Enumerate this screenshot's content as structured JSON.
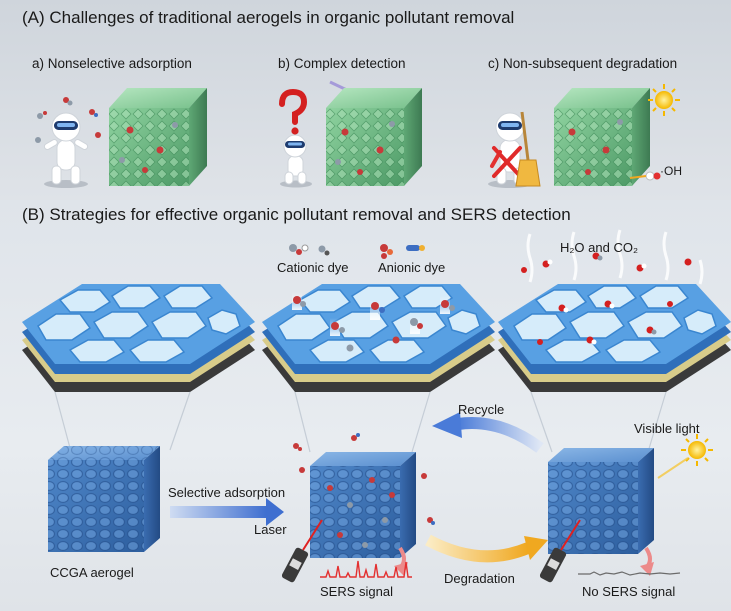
{
  "panel_a": {
    "title": "(A) Challenges of traditional aerogels in organic pollutant removal",
    "items": [
      {
        "label": "a) Nonselective adsorption"
      },
      {
        "label": "b) Complex detection"
      },
      {
        "label": "c) Non-subsequent degradation"
      }
    ],
    "hydroxyl_label": "·OH"
  },
  "panel_b": {
    "title": "(B) Strategies for effective organic pollutant removal and SERS detection",
    "legend": {
      "cationic": "Cationic dye",
      "anionic": "Anionic dye"
    },
    "products_label": "H₂O and CO₂",
    "aerogel_label": "CCGA aerogel",
    "selective_label": "Selective adsorption",
    "recycle_label": "Recycle",
    "visible_light_label": "Visible light",
    "laser_label": "Laser",
    "sers_label": "SERS signal",
    "degradation_label": "Degradation",
    "no_sers_label": "No SERS signal"
  },
  "colors": {
    "graphene_blue": "#4a90d9",
    "leaf_green": "#5fb07a",
    "arrow_blue": "#5b86d6",
    "arrow_orange": "#f0b030",
    "signal_red": "#e33030",
    "sun": "#f5b800"
  }
}
